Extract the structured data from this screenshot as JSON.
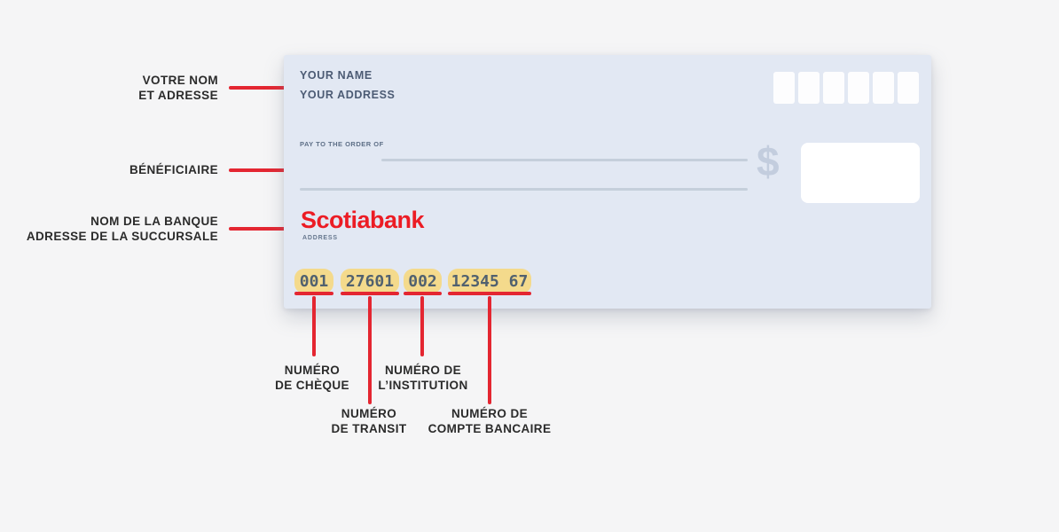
{
  "colors": {
    "page_background": "#f5f5f6",
    "cheque_background": "#e2e8f3",
    "annotation_red": "#e42631",
    "logo_red": "#ec1c24",
    "highlight_yellow": "#f4da8c",
    "micr_text": "#51616f",
    "cheque_text": "#4c5b74"
  },
  "cheque": {
    "name_line": "YOUR NAME",
    "address_line": "YOUR ADDRESS",
    "pay_to_label": "PAY TO THE ORDER OF",
    "currency_symbol": "$",
    "bank_name": "Scotiabank",
    "address_label": "ADDRESS",
    "date_box_count": 6,
    "micr_fields": {
      "cheque_number": "001",
      "transit_number": "27601",
      "institution_number": "002",
      "account_number": "12345 67"
    }
  },
  "annotations": {
    "left": [
      {
        "lines": [
          "VOTRE NOM",
          "ET ADRESSE"
        ]
      },
      {
        "lines": [
          "BÉNÉFICIAIRE"
        ]
      },
      {
        "lines": [
          "NOM DE LA BANQUE",
          "ADRESSE DE LA SUCCURSALE"
        ]
      }
    ],
    "bottom": [
      {
        "lines": [
          "NUMÉRO",
          "DE CHÈQUE"
        ]
      },
      {
        "lines": [
          "NUMÉRO",
          "DE TRANSIT"
        ]
      },
      {
        "lines": [
          "NUMÉRO DE",
          "L’INSTITUTION"
        ]
      },
      {
        "lines": [
          "NUMÉRO DE",
          "COMPTE BANCAIRE"
        ]
      }
    ]
  }
}
